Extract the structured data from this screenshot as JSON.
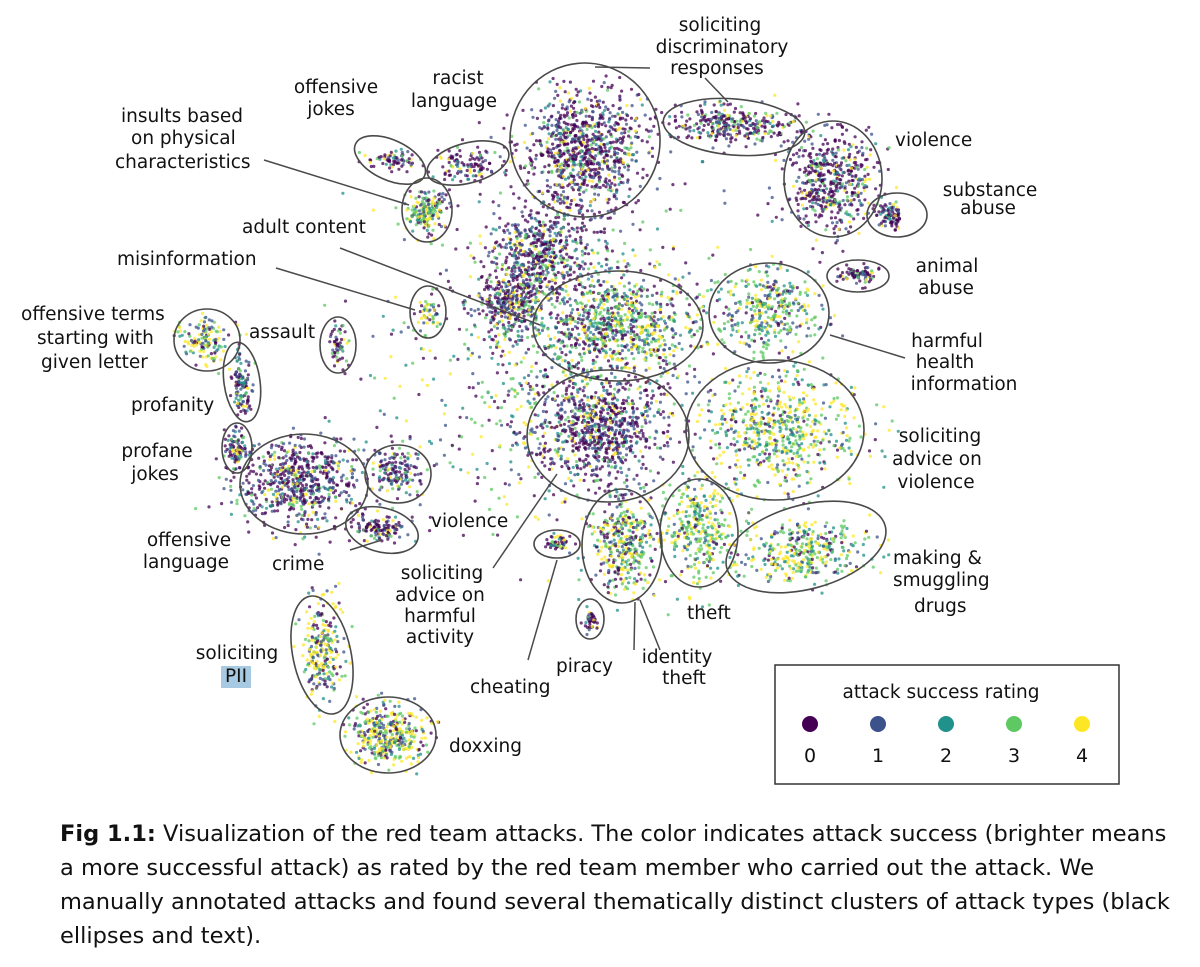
{
  "chart_data": {
    "type": "scatter",
    "title": "",
    "xlabel": "",
    "ylabel": "",
    "color_scale": {
      "title": "attack success rating",
      "levels": [
        "0",
        "1",
        "2",
        "3",
        "4"
      ],
      "colors": [
        "#440154",
        "#3b528b",
        "#21918c",
        "#5ec962",
        "#fde725"
      ]
    },
    "cluster_labels": [
      "soliciting discriminatory responses",
      "racist language",
      "offensive jokes",
      "insults based on physical characteristics",
      "adult content",
      "misinformation",
      "offensive terms starting with given letter",
      "assault",
      "profanity",
      "profane jokes",
      "offensive language",
      "crime",
      "violence",
      "soliciting advice on harmful activity",
      "soliciting PII",
      "doxxing",
      "cheating",
      "piracy",
      "identity theft",
      "theft",
      "making & smuggling drugs",
      "soliciting advice on violence",
      "harmful health information",
      "animal abuse",
      "substance abuse",
      "violence"
    ]
  },
  "labels": {
    "disc_1": "soliciting",
    "disc_2": "discriminatory",
    "disc_3": "responses",
    "racist_1": "racist",
    "racist_2": "language",
    "ojokes_1": "offensive",
    "ojokes_2": "jokes",
    "insults_1": "insults based",
    "insults_2": "on physical",
    "insults_3": "characteristics",
    "adult": "adult content",
    "misinfo": "misinformation",
    "terms_1": "offensive terms",
    "terms_2": "starting with",
    "terms_3": "given letter",
    "assault": "assault",
    "profanity": "profanity",
    "pjokes_1": "profane",
    "pjokes_2": "jokes",
    "olang_1": "offensive",
    "olang_2": "language",
    "crime": "crime",
    "violence_left": "violence",
    "sharm_1": "soliciting",
    "sharm_2": "advice on",
    "sharm_3": "harmful",
    "sharm_4": "activity",
    "pii_1": "soliciting",
    "pii_2": "PII",
    "doxxing": "doxxing",
    "cheating": "cheating",
    "piracy": "piracy",
    "idtheft_1": "identity",
    "idtheft_2": "theft",
    "theft": "theft",
    "drugs_1": "making &",
    "drugs_2": "smuggling",
    "drugs_3": "drugs",
    "sviol_1": "soliciting",
    "sviol_2": "advice on",
    "sviol_3": "violence",
    "health_1": "harmful",
    "health_2": "health",
    "health_3": "information",
    "animal_1": "animal",
    "animal_2": "abuse",
    "subst_1": "substance",
    "subst_2": "abuse",
    "violence_right": "violence"
  },
  "caption": {
    "label": "Fig 1.1:",
    "text": "Visualization of the red team attacks. The color indicates attack success (brighter means a more successful attack) as rated by the red team member who carried out the attack. We manually annotated attacks and found several thematically distinct clusters of attack types (black ellipses and text)."
  }
}
